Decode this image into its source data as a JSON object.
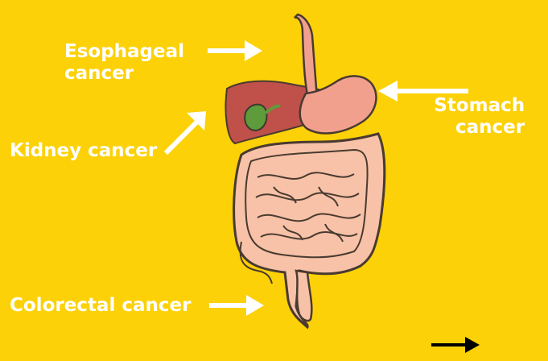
{
  "labels": {
    "esophageal": [
      "Esophageal",
      "cancer"
    ],
    "kidney": "Kidney cancer",
    "stomach": [
      "Stomach",
      "cancer"
    ],
    "colorectal": "Colorectal cancer"
  },
  "colors": {
    "background": "#FCD107",
    "label_text": "#FFFFFF",
    "arrow": "#FFFFFF",
    "next_arrow": "#000000",
    "liver": "#C0504A",
    "gallbladder": "#5E9B3B",
    "stomach": "#F2A08E",
    "intestine_fill": "#F7C2A8",
    "outline": "#4A3A30"
  },
  "icons": [
    "arrow-right-icon",
    "arrow-left-icon",
    "arrow-up-right-icon",
    "next-arrow-icon"
  ]
}
